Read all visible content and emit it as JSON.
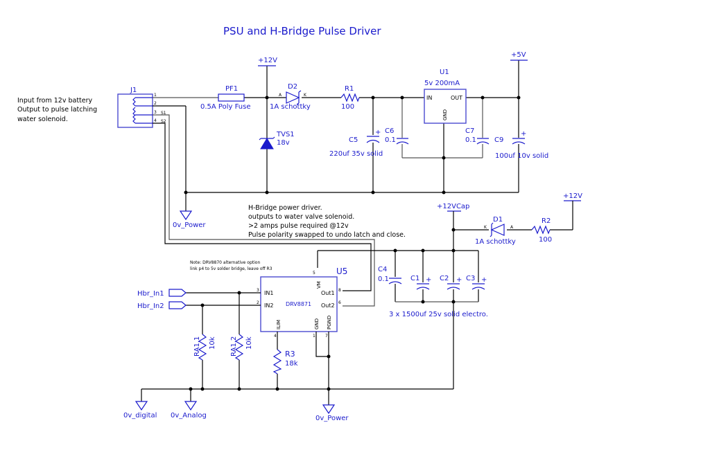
{
  "title": "PSU and H-Bridge Pulse Driver",
  "notes": {
    "j1_desc": [
      "Input from 12v battery",
      "Output to pulse latching",
      "water solenoid."
    ],
    "hbridge_desc": [
      "H-Bridge power driver.",
      "outputs to water valve solenoid.",
      ">2 amps pulse required @12v",
      "Pulse polarity swapped to undo latch and close."
    ],
    "drv_note": [
      "Note: DRV8870 alternative option",
      "link p4 to 5v solder bridge, leave off R3"
    ],
    "cap_bank": "3 x 1500uf 25v solid electro."
  },
  "connector": {
    "ref": "J1",
    "pins": [
      "1",
      "2",
      "3",
      "4"
    ],
    "pin_labels": {
      "3": "S1",
      "4": "S2"
    }
  },
  "power_rails": {
    "p12v_top": "+12V",
    "p5v": "+5V",
    "p12vcap": "+12VCap",
    "p12v_right": "+12V"
  },
  "grounds": {
    "gnd_power_top": "0v_Power",
    "gnd_digital": "0v_digital",
    "gnd_analog": "0v_Analog",
    "gnd_power_bottom": "0v_Power"
  },
  "components": {
    "pf1": {
      "ref": "PF1",
      "value": "0.5A Poly Fuse"
    },
    "d2": {
      "ref": "D2",
      "value": "1A schottky",
      "pin_a": "A",
      "pin_k": "K"
    },
    "r1": {
      "ref": "R1",
      "value": "100"
    },
    "tvs1": {
      "ref": "TVS1",
      "value": "18v"
    },
    "c5": {
      "ref": "C5",
      "value": "220uf 35v solid"
    },
    "c6": {
      "ref": "C6",
      "value": "0.1"
    },
    "u1": {
      "ref": "U1",
      "value": "5v 200mA",
      "pins": {
        "in": "IN",
        "out": "OUT",
        "gnd": "GND"
      }
    },
    "c7": {
      "ref": "C7",
      "value": "0.1"
    },
    "c9": {
      "ref": "C9",
      "value": "100uf 10v solid"
    },
    "d1": {
      "ref": "D1",
      "value": "1A schottky",
      "pin_a": "A",
      "pin_k": "K"
    },
    "r2": {
      "ref": "R2",
      "value": "100"
    },
    "c4": {
      "ref": "C4",
      "value": "0.1"
    },
    "c1": {
      "ref": "C1"
    },
    "c2": {
      "ref": "C2"
    },
    "c3": {
      "ref": "C3"
    },
    "u5": {
      "ref": "U5",
      "value": "DRV8871",
      "pins": {
        "in1": {
          "name": "IN1",
          "num": "3"
        },
        "in2": {
          "name": "IN2",
          "num": "2"
        },
        "vm": {
          "name": "VM",
          "num": "5"
        },
        "out1": {
          "name": "Out1",
          "num": "8"
        },
        "out2": {
          "name": "Out2",
          "num": "6"
        },
        "ilim": {
          "name": "ILIM",
          "num": "4"
        },
        "gnd": {
          "name": "GND",
          "num": "1"
        },
        "pgnd": {
          "name": "PGND",
          "num": "7"
        }
      }
    },
    "ra11": {
      "ref": "RA1.1",
      "value": "10k"
    },
    "ra12": {
      "ref": "RA1.2",
      "value": "10k"
    },
    "r3": {
      "ref": "R3",
      "value": "18k"
    }
  },
  "ports": {
    "hbr_in1": "Hbr_In1",
    "hbr_in2": "Hbr_In2"
  }
}
